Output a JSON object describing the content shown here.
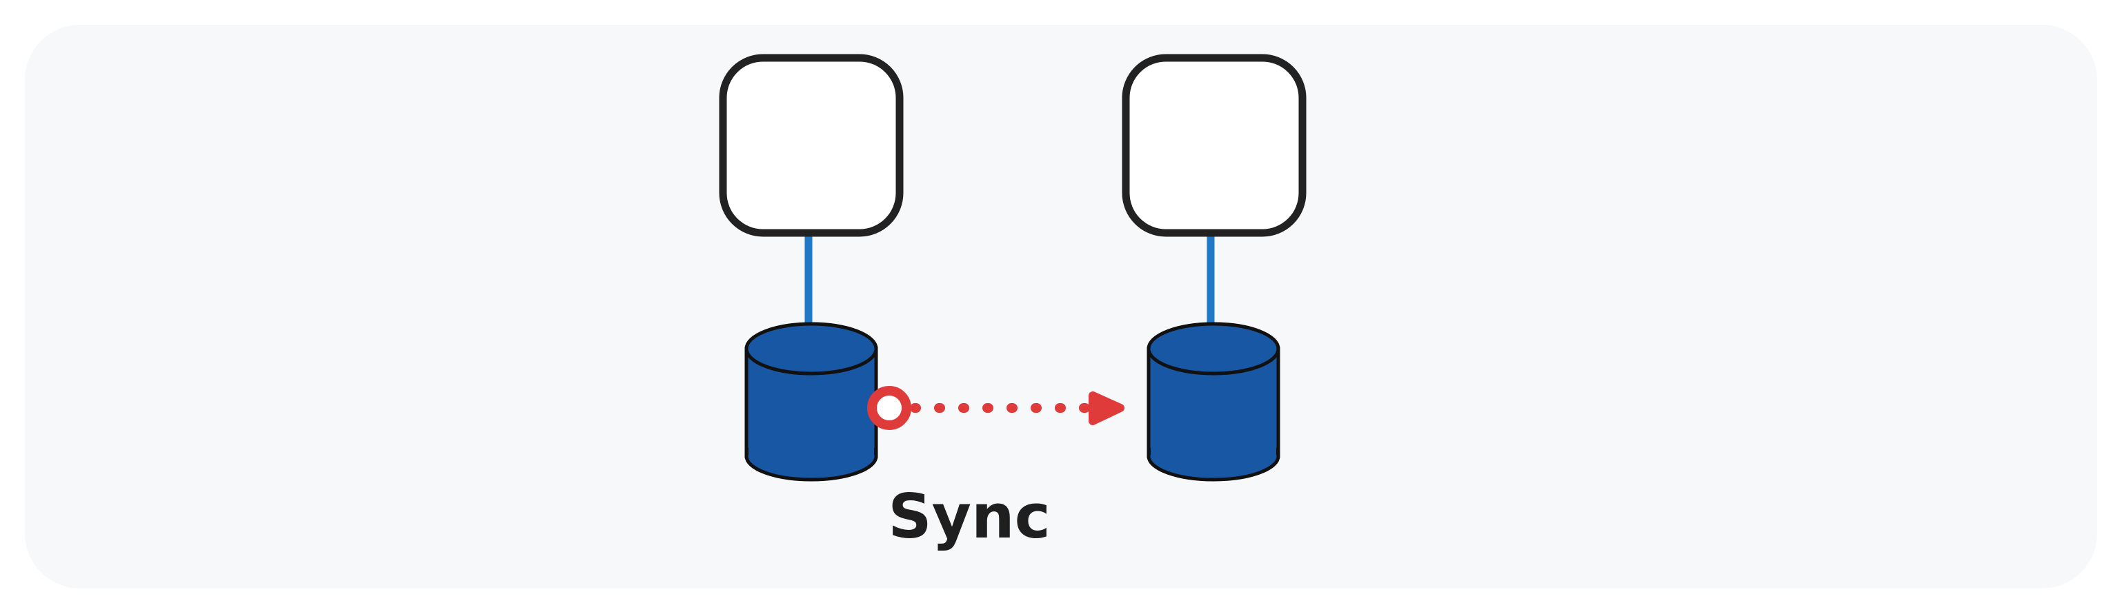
{
  "diagram": {
    "caption": "Sync",
    "colors": {
      "background_panel": "#f7f8fa",
      "box_fill": "#ffffff",
      "box_stroke": "#222222",
      "link_line": "#1f78c8",
      "database_fill": "#1757a3",
      "database_stroke": "#111111",
      "sync_arrow": "#e03b3b"
    },
    "nodes": [
      {
        "id": "left-app",
        "kind": "box"
      },
      {
        "id": "right-app",
        "kind": "box"
      },
      {
        "id": "left-db",
        "kind": "database"
      },
      {
        "id": "right-db",
        "kind": "database"
      }
    ],
    "edges": [
      {
        "from": "left-app",
        "to": "left-db",
        "style": "solid"
      },
      {
        "from": "right-app",
        "to": "right-db",
        "style": "solid"
      },
      {
        "from": "left-db",
        "to": "right-db",
        "style": "dotted-arrow",
        "label": "Sync"
      }
    ]
  }
}
